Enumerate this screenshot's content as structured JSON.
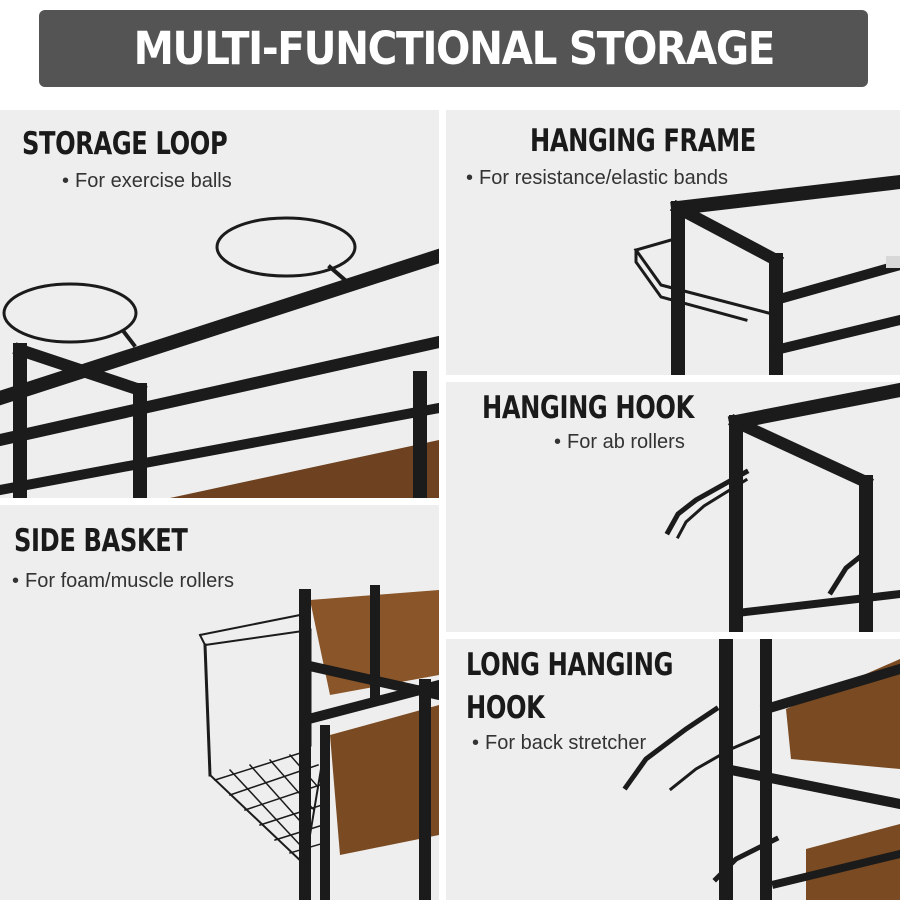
{
  "banner": {
    "title": "MULTI-FUNCTIONAL STORAGE"
  },
  "panels": {
    "storage_loop": {
      "title": "STORAGE LOOP",
      "bullet": "For exercise balls",
      "icon": "storage-loop-illustration"
    },
    "hanging_frame": {
      "title": "HANGING FRAME",
      "bullet": "For resistance/elastic bands",
      "icon": "hanging-frame-illustration"
    },
    "hanging_hook": {
      "title": "HANGING HOOK",
      "bullet": "For ab rollers",
      "icon": "hanging-hook-illustration"
    },
    "side_basket": {
      "title": "SIDE BASKET",
      "bullet": "For foam/muscle rollers",
      "icon": "side-basket-illustration"
    },
    "long_hanging_hook": {
      "title_line1": "LONG HANGING",
      "title_line2": "HOOK",
      "bullet": "For back stretcher",
      "icon": "long-hanging-hook-illustration"
    }
  },
  "colors": {
    "banner_bg": "#545454",
    "metal": "#1b1b1b",
    "wood": "#7a4a22",
    "divider": "#8a8a8a"
  }
}
